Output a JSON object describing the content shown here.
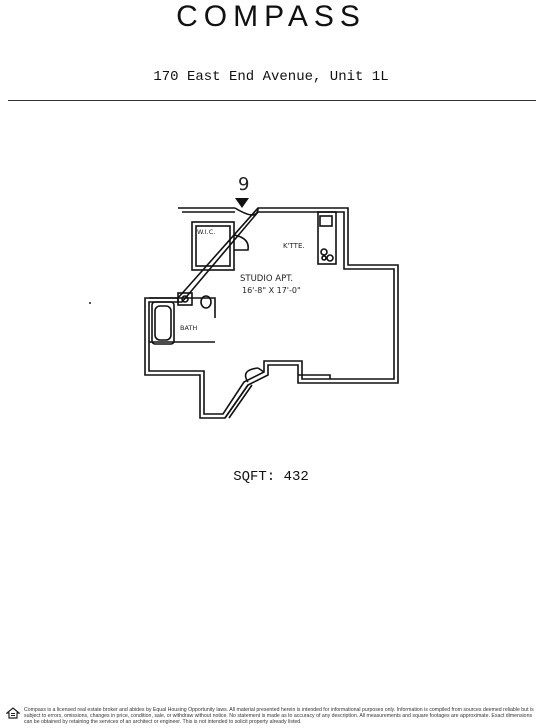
{
  "brand": {
    "logo_text": "COMPASS"
  },
  "listing": {
    "address": "170 East End Avenue, Unit 1L",
    "sqft_label": "SQFT: 432"
  },
  "floorplan": {
    "unit_number": "9",
    "rooms": {
      "wic": "W.I.C.",
      "kitchen": "K'TTE.",
      "studio": "STUDIO APT.",
      "studio_dims": "16'-8\" X 17'-0\"",
      "bath": "BATH"
    }
  },
  "footer": {
    "icon": "equal-housing-icon",
    "disclaimer": "Compass is a licensed real estate broker and abides by Equal Housing Opportunity laws. All material presented herein is intended for informational purposes only. Information is compiled from sources deemed reliable but is subject to errors, omissions, changes in price, condition, sale, or withdraw without notice. No statement is made as to accuracy of any description. All measurements and square footages are approximate. Exact dimensions can be obtained by retaining the services of an architect or engineer. This is not intended to solicit property already listed."
  }
}
